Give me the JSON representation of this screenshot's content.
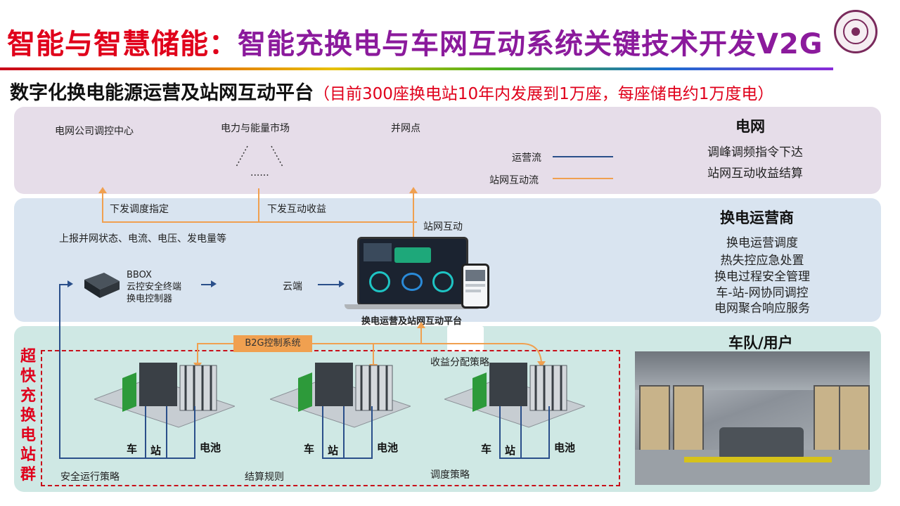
{
  "header": {
    "title_prefix": "智能与智慧储能：",
    "title_main": "智能充换电与车网互动系统关键技术开发V2G",
    "subtitle": "数字化换电能源运营及站网互动平台",
    "subtitle_note": "（目前300座换电站10年内发展到1万座，每座储电约1万度电）"
  },
  "grid_panel": {
    "node_dispatch": "电网公司调控中心",
    "node_market": "电力与能量市场",
    "node_point": "并网点",
    "ellipsis": "......",
    "legend_ops": "运营流",
    "legend_v2g": "站网互动流",
    "heading": "电网",
    "items": [
      "调峰调频指令下达",
      "站网互动收益结算"
    ]
  },
  "operator_panel": {
    "down_dispatch": "下发调度指定",
    "down_revenue": "下发互动收益",
    "station_grid": "站网互动",
    "upload": "上报并网状态、电流、电压、发电量等",
    "bbox_title": "BBOX",
    "bbox_line1": "云控安全终端",
    "bbox_line2": "换电控制器",
    "cloud": "云端",
    "platform": "换电运营及站网互动平台",
    "heading": "换电运营商",
    "items": [
      "换电运营调度",
      "热失控应急处置",
      "换电过程安全管理",
      "车-站-网协同调控",
      "电网聚合响应服务"
    ]
  },
  "fleet_panel": {
    "cluster_chars": [
      "超",
      "快",
      "充",
      "换",
      "电",
      "站",
      "群"
    ],
    "b2g": "B2G控制系统",
    "revenue_strategy": "收益分配策略",
    "safety": "安全运行策略",
    "settlement": "结算规则",
    "dispatch": "调度策略",
    "vehicle": "车",
    "station": "站",
    "battery": "电池",
    "heading": "车队/用户"
  },
  "colors": {
    "ops_flow": "#2a4f8a",
    "v2g_flow": "#f0a050",
    "title_red": "#e0001b",
    "title_purple": "#8b1a9c"
  }
}
